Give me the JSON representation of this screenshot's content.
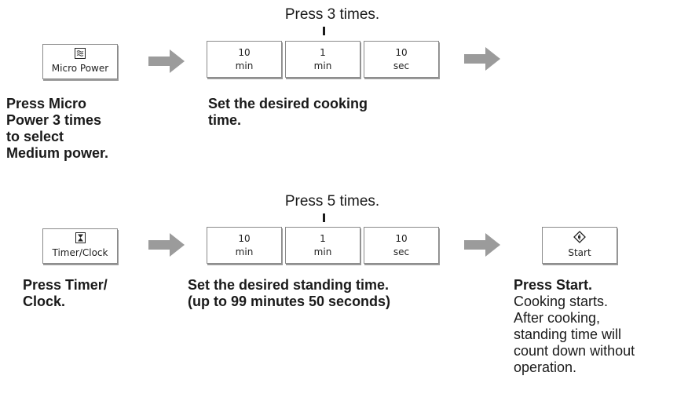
{
  "row1": {
    "press_label": "Press 3 times.",
    "micro_power": {
      "icon": "waves-icon",
      "label": "Micro Power"
    },
    "time_keys": [
      {
        "value": "10",
        "unit": "min"
      },
      {
        "value": "1",
        "unit": "min"
      },
      {
        "value": "10",
        "unit": "sec"
      }
    ],
    "step1_caption": [
      "Press Micro",
      "Power 3 times",
      "to select",
      "Medium power."
    ],
    "step2_caption": [
      "Set the desired cooking",
      "time."
    ]
  },
  "row2": {
    "press_label": "Press 5 times.",
    "timer_clock": {
      "icon": "hourglass-icon",
      "label": "Timer/Clock"
    },
    "time_keys": [
      {
        "value": "10",
        "unit": "min"
      },
      {
        "value": "1",
        "unit": "min"
      },
      {
        "value": "10",
        "unit": "sec"
      }
    ],
    "start": {
      "icon": "start-diamond-icon",
      "label": "Start"
    },
    "step1_caption": [
      "Press Timer/",
      "Clock."
    ],
    "step2_caption": [
      "Set the desired standing time.",
      "(up to 99 minutes 50 seconds)"
    ],
    "step3_title": "Press Start.",
    "step3_note": [
      "Cooking starts.",
      "After cooking,",
      "standing time will",
      "count down without",
      "operation."
    ]
  }
}
